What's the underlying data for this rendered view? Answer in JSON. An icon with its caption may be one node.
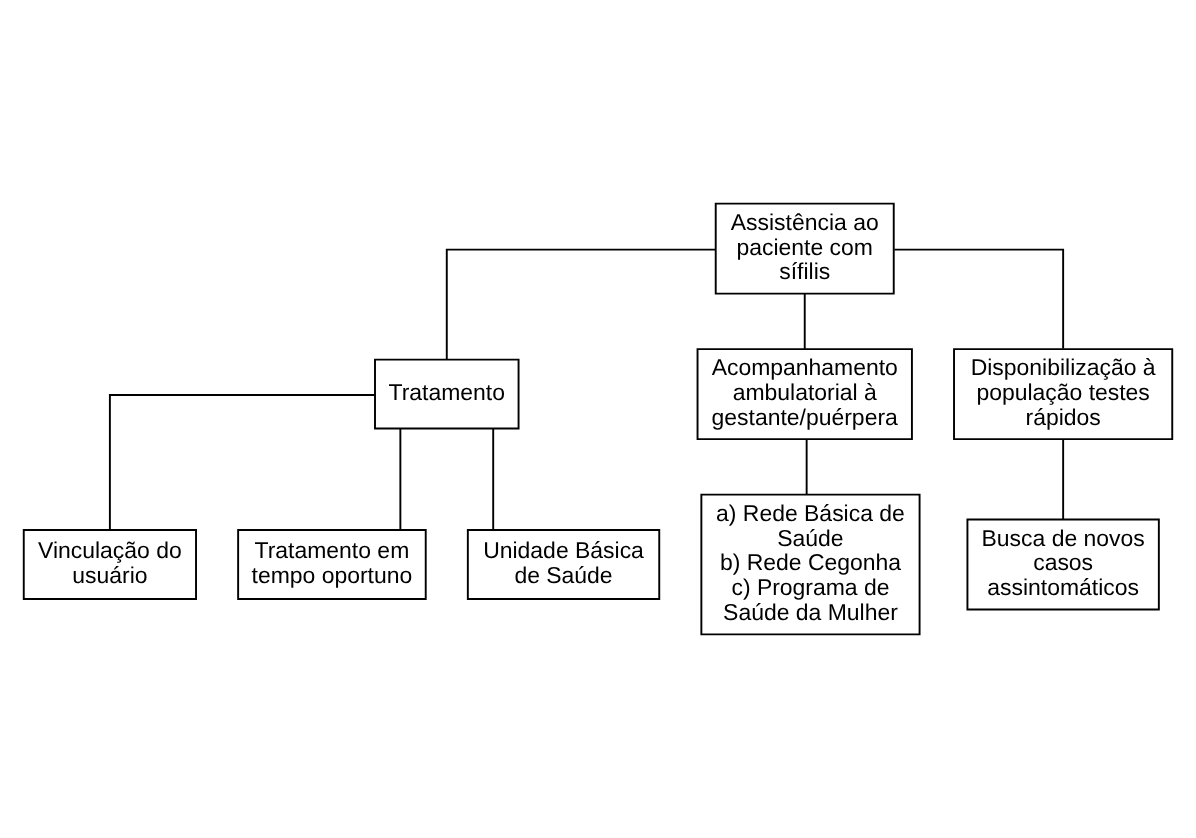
{
  "diagram": {
    "nodes": [
      {
        "text": [
          "Assistência ao paciente com sífilis"
        ]
      },
      {
        "text": [
          "Tratamento"
        ]
      },
      {
        "text": [
          "Acompanhamento ambulatorial à gestante/puérpera"
        ]
      },
      {
        "text": [
          "Disponibilização à população testes rápidos"
        ]
      },
      {
        "text": [
          "Vinculação do usuário"
        ]
      },
      {
        "text": [
          "Tratamento em tempo oportuno"
        ]
      },
      {
        "text": [
          "Unidade Básica de Saúde"
        ]
      },
      {
        "text": [
          "a) Rede Básica de Saúde",
          "b) Rede Cegonha",
          "c) Programa de Saúde da Mulher"
        ]
      },
      {
        "text": [
          "Busca de novos casos assintomáticos"
        ]
      }
    ],
    "edges": [
      {
        "from": 0,
        "to": 1,
        "arrow": "none"
      },
      {
        "from": 0,
        "to": 2,
        "arrow": "none"
      },
      {
        "from": 0,
        "to": 3,
        "arrow": "none"
      },
      {
        "from": 1,
        "to": 4,
        "arrow": "none"
      },
      {
        "from": 1,
        "to": 5,
        "arrow": "none"
      },
      {
        "from": 1,
        "to": 6,
        "arrow": "none"
      },
      {
        "from": 2,
        "to": 7,
        "arrow": "none"
      },
      {
        "from": 3,
        "to": 8,
        "arrow": "none"
      }
    ]
  }
}
